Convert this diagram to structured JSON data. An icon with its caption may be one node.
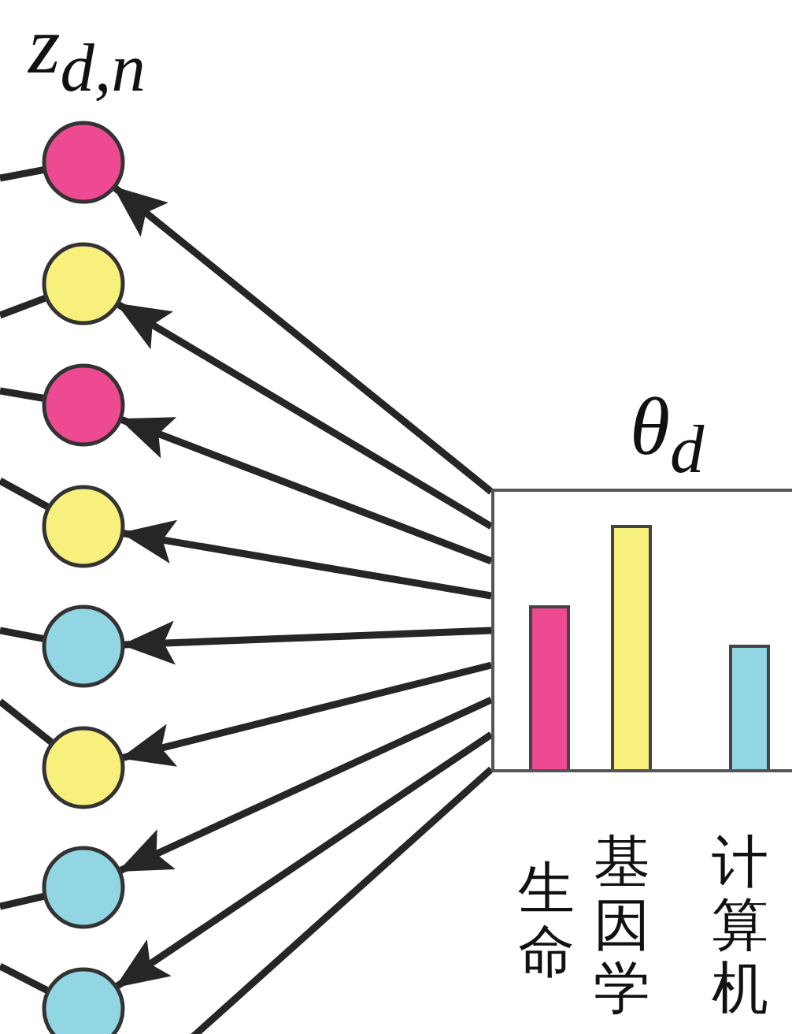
{
  "diagram": {
    "nodes": [
      {
        "text": [],
        "shape": "circle"
      },
      {
        "text": [],
        "shape": "circle"
      },
      {
        "text": [],
        "shape": "circle"
      },
      {
        "text": [],
        "shape": "circle"
      },
      {
        "text": [],
        "shape": "circle"
      },
      {
        "text": [],
        "shape": "circle"
      },
      {
        "text": [],
        "shape": "circle"
      },
      {
        "text": [],
        "shape": "circle"
      },
      {
        "text": [
          "θ$_{d}$"
        ]
      }
    ],
    "edges": [
      {
        "from": null,
        "to": 0,
        "arrow": "none"
      },
      {
        "from": null,
        "to": 1,
        "arrow": "none"
      },
      {
        "from": null,
        "to": 2,
        "arrow": "none"
      },
      {
        "from": null,
        "to": 3,
        "arrow": "none"
      },
      {
        "from": null,
        "to": 4,
        "arrow": "none"
      },
      {
        "from": null,
        "to": 5,
        "arrow": "none"
      },
      {
        "from": null,
        "to": 6,
        "arrow": "none"
      },
      {
        "from": null,
        "to": 7,
        "arrow": "none"
      },
      {
        "from": 8,
        "to": 0,
        "arrow": "to"
      },
      {
        "from": 8,
        "to": 1,
        "arrow": "to"
      },
      {
        "from": 8,
        "to": 2,
        "arrow": "to"
      },
      {
        "from": 8,
        "to": 3,
        "arrow": "to"
      },
      {
        "from": 8,
        "to": 4,
        "arrow": "to"
      },
      {
        "from": 8,
        "to": 5,
        "arrow": "to"
      },
      {
        "from": 8,
        "to": 6,
        "arrow": "to"
      },
      {
        "from": 8,
        "to": 7,
        "arrow": "to"
      },
      {
        "from": 8,
        "to": null,
        "arrow": "none"
      }
    ],
    "labels": [
      "z$_{d,n}$",
      "生命",
      "基因学",
      "计算机"
    ]
  }
}
